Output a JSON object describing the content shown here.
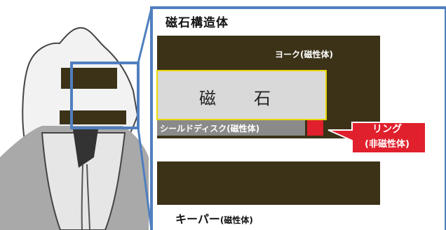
{
  "diagram": {
    "title": "磁石構造体",
    "labels": {
      "yoke": "ヨーク(磁性体)",
      "magnet": "磁　　石",
      "shield_disk": "シールドディスク(磁性体)",
      "ring_line1": "リング",
      "ring_line2": "(非磁性体)",
      "keeper_main": "キーパー",
      "keeper_sub": "(磁性体)"
    },
    "colors": {
      "yoke": "#3b3218",
      "magnet_fill": "#d9d9d9",
      "magnet_border": "#e8d800",
      "shield": "#8a8a8a",
      "ring": "#e0202c",
      "frame": "#4f7fbf"
    }
  }
}
